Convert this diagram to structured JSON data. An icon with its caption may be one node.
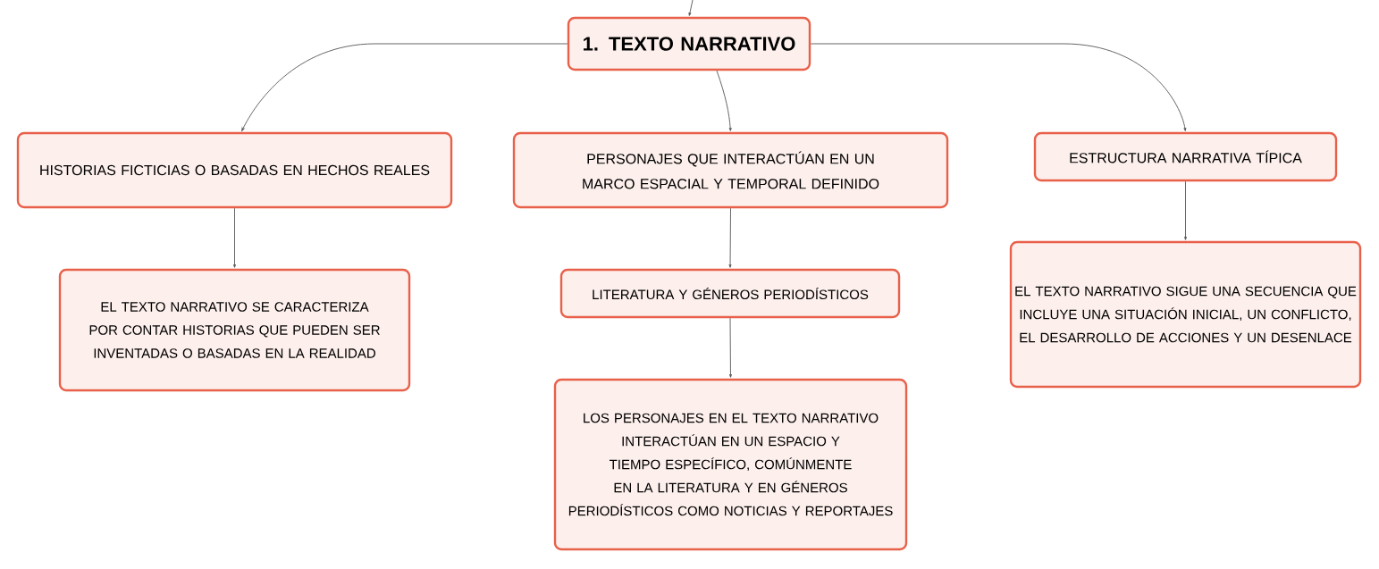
{
  "diagram": {
    "nodes": [
      {
        "text": [
          "1. TEXTO NARRATIVO"
        ]
      },
      {
        "text": [
          "HISTORIAS FICTICIAS O BASADAS EN HECHOS REALES"
        ]
      },
      {
        "text": [
          "PERSONAJES QUE INTERACTÚAN EN UN MARCO ESPACIAL Y TEMPORAL DEFINIDO"
        ]
      },
      {
        "text": [
          "ESTRUCTURA NARRATIVA TÍPICA"
        ]
      },
      {
        "text": [
          "EL TEXTO NARRATIVO SE CARACTERIZA POR CONTAR HISTORIAS QUE PUEDEN SER INVENTADAS O BASADAS EN LA REALIDAD"
        ]
      },
      {
        "text": [
          "LITERATURA Y GÉNEROS PERIODÍSTICOS"
        ]
      },
      {
        "text": [
          "LOS PERSONAJES EN EL TEXTO NARRATIVO INTERACTÚAN EN UN ESPACIO Y TIEMPO ESPECÍFICO, COMÚNMENTE EN LA LITERATURA Y EN GÉNEROS PERIODÍSTICOS COMO NOTICIAS Y REPORTAJES"
        ]
      },
      {
        "text": [
          "EL TEXTO NARRATIVO SIGUE UNA SECUENCIA QUE INCLUYE UNA SITUACIÓN INICIAL, UN CONFLICTO, EL DESARROLLO DE ACCIONES Y UN DESENLACE"
        ]
      }
    ],
    "edges": [
      {
        "from": null,
        "to": 0,
        "arrow": "to"
      },
      {
        "from": 0,
        "to": 1,
        "arrow": "to"
      },
      {
        "from": 0,
        "to": 2,
        "arrow": "to"
      },
      {
        "from": 0,
        "to": 3,
        "arrow": "to"
      },
      {
        "from": 1,
        "to": 4,
        "arrow": "to"
      },
      {
        "from": 2,
        "to": 5,
        "arrow": "to"
      },
      {
        "from": 5,
        "to": 6,
        "arrow": "to"
      },
      {
        "from": 3,
        "to": 7,
        "arrow": "to"
      }
    ]
  }
}
